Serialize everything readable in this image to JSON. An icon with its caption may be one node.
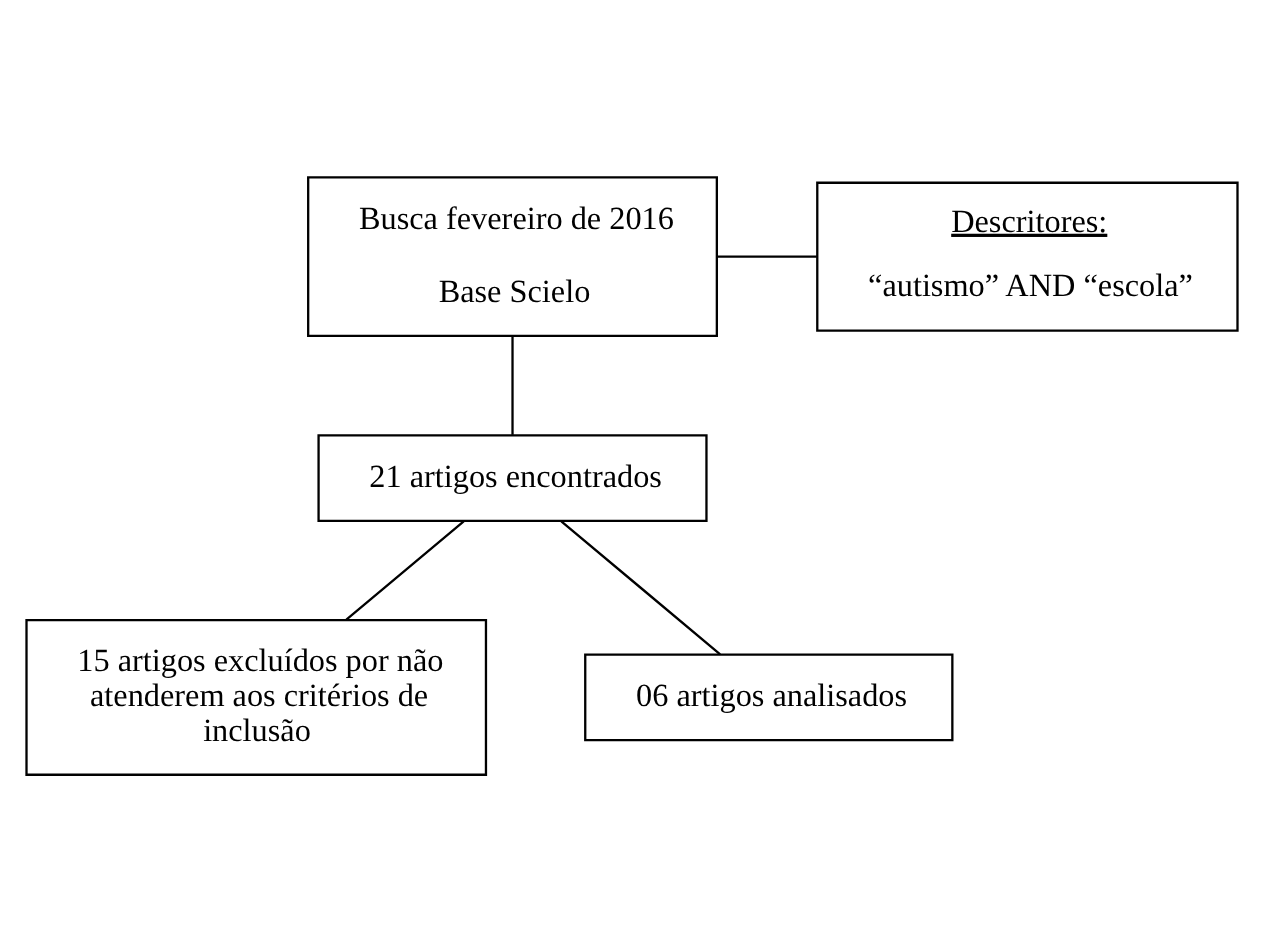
{
  "diagram": {
    "nodes": [
      {
        "text": [
          "Busca fevereiro de 2016",
          "Base Scielo"
        ]
      },
      {
        "text": [
          "Descritores:",
          "“autismo” AND “escola”"
        ]
      },
      {
        "text": [
          "21 artigos encontrados"
        ]
      },
      {
        "text": [
          "15 artigos excluídos por não atenderem aos critérios de inclusão"
        ]
      },
      {
        "text": [
          "06 artigos analisados"
        ]
      }
    ],
    "edges": [
      {
        "from": 0,
        "to": 1,
        "arrow": "none"
      },
      {
        "from": 0,
        "to": 2,
        "arrow": "none"
      },
      {
        "from": 2,
        "to": 3,
        "arrow": "none"
      },
      {
        "from": 2,
        "to": 4,
        "arrow": "none"
      }
    ]
  }
}
